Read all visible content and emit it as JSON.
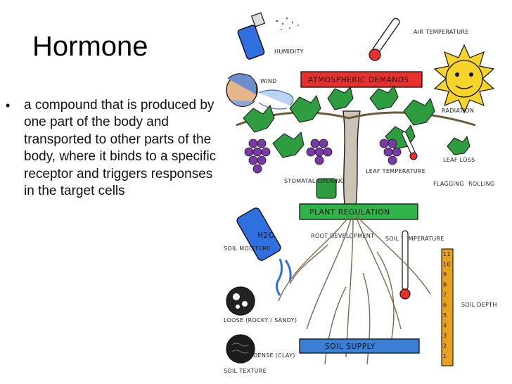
{
  "slide": {
    "title": "Hormone",
    "bullet_marker": "•",
    "bullet": "a compound that is produced by one part of the body and transported to other parts of the body, where it binds to a specific receptor and triggers responses in the target cells"
  },
  "diagram": {
    "labels": {
      "air_temperature": "AIR TEMPERATURE",
      "humidity": "HUMIDITY",
      "wind": "WIND",
      "atmospheric_demands": "ATMOSPHERIC DEMANDS",
      "radiation": "RADIATION",
      "leaf_temperature": "LEAF TEMPERATURE",
      "leaf_loss": "LEAF LOSS",
      "flagging": "FLAGGING",
      "rolling": "ROLLING",
      "stomata_opening": "STOMATAL OPENING",
      "plant_regulation": "PLANT REGULATION",
      "root_development": "ROOT DEVELOPMENT",
      "soil_temperature": "SOIL TEMPERATURE",
      "soil_moisture": "SOIL MOISTURE",
      "soil_depth": "SOIL DEPTH",
      "loose": "LOOSE (ROCKY / SANDY)",
      "dense": "DENSE (CLAY)",
      "soil_texture": "SOIL TEXTURE",
      "soil_supply": "SOIL SUPPLY",
      "water": "H2O"
    },
    "depth_ticks": [
      "11",
      "10",
      "9",
      "8",
      "7",
      "6",
      "5",
      "4",
      "3",
      "2",
      "1"
    ],
    "colors": {
      "red_banner": "#e8302c",
      "green_banner": "#2fb44a",
      "blue_banner": "#3b7fd4",
      "sun": "#f7d42a",
      "leaf": "#2e9d3f",
      "grape": "#7a3aa6",
      "bottle": "#2f6fe0",
      "ruler": "#e6a11f"
    }
  }
}
